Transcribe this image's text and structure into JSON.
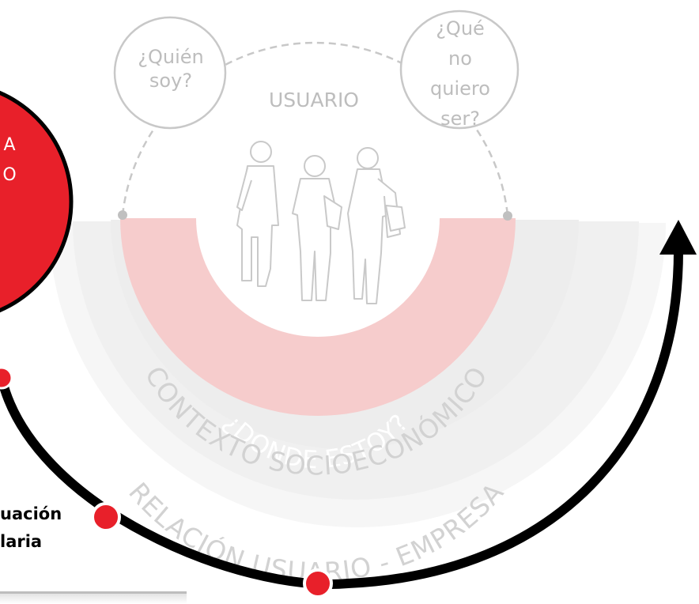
{
  "colors": {
    "red": "#e8202a",
    "pink_band": "#f6cccc",
    "light_band": "#efefef",
    "outer_band": "#f5f5f5",
    "gray_stroke": "#c8c8c8",
    "gray_text": "#bdbdbd",
    "arc_black": "#000000"
  },
  "top": {
    "who_circle": [
      "¿Quién",
      "soy?"
    ],
    "user_label": "USUARIO",
    "not_circle": [
      "¿Qué",
      "no",
      "quiero",
      "ser?"
    ]
  },
  "left_circle": {
    "lines": [
      "A",
      "O"
    ]
  },
  "bands": {
    "inner": "¿DONDE ESTOY?",
    "middle": "CONTEXTO SOCIOECONÓMICO",
    "outer": "RELACIÓN USUARIO - EMPRESA"
  },
  "side_label": [
    "uación",
    "laria"
  ],
  "icons": {
    "people": "walking-people-illustration",
    "arrowhead": "arrow-up-icon"
  }
}
